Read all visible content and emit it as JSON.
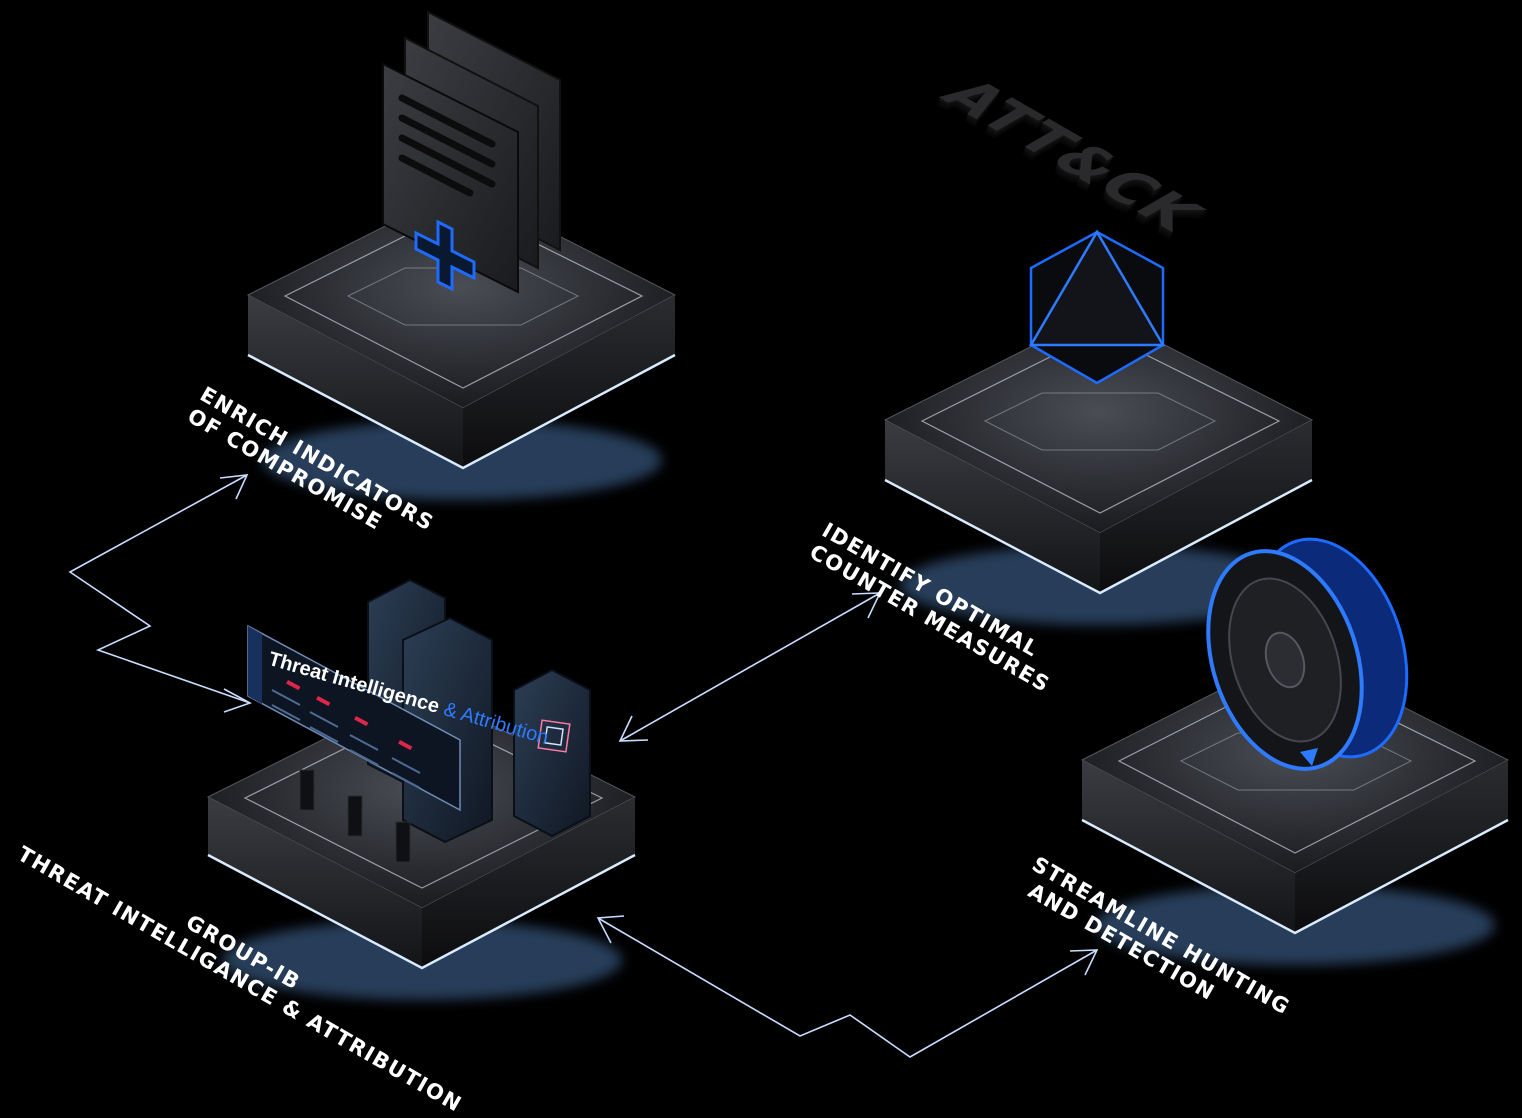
{
  "diagram": {
    "nodes": [
      {
        "id": "enrich",
        "label_lines": [
          "ENRICH INDICATORS",
          "OF COMPROMISE"
        ]
      },
      {
        "id": "identify",
        "label_lines": [
          "IDENTIFY OPTIMAL",
          "COUNTER MEASURES"
        ]
      },
      {
        "id": "hub",
        "label_lines": [
          "GROUP-IB",
          "THREAT INTELLIGANCE & ATTRIBUTION"
        ]
      },
      {
        "id": "streamline",
        "label_lines": [
          "STREAMLINE HUNTING",
          "AND DETECTION"
        ]
      }
    ],
    "framework_label": "ATT&CK",
    "dashboard": {
      "title_main": "Threat Intelligence",
      "title_suffix": "& Attribution"
    },
    "edges": [
      {
        "from": "hub",
        "to": "enrich",
        "bidirectional": true
      },
      {
        "from": "hub",
        "to": "identify",
        "bidirectional": true
      },
      {
        "from": "hub",
        "to": "streamline",
        "bidirectional": true
      }
    ],
    "colors": {
      "background": "#000000",
      "accent_blue": "#1e6bff",
      "label": "#ffffff",
      "connector": "#c8dcff",
      "platform_glow": "#8fc4ff"
    },
    "icons": [
      "document-plus-icon",
      "octahedron-icon",
      "rotating-disc-icon",
      "server-rack-icon"
    ]
  }
}
